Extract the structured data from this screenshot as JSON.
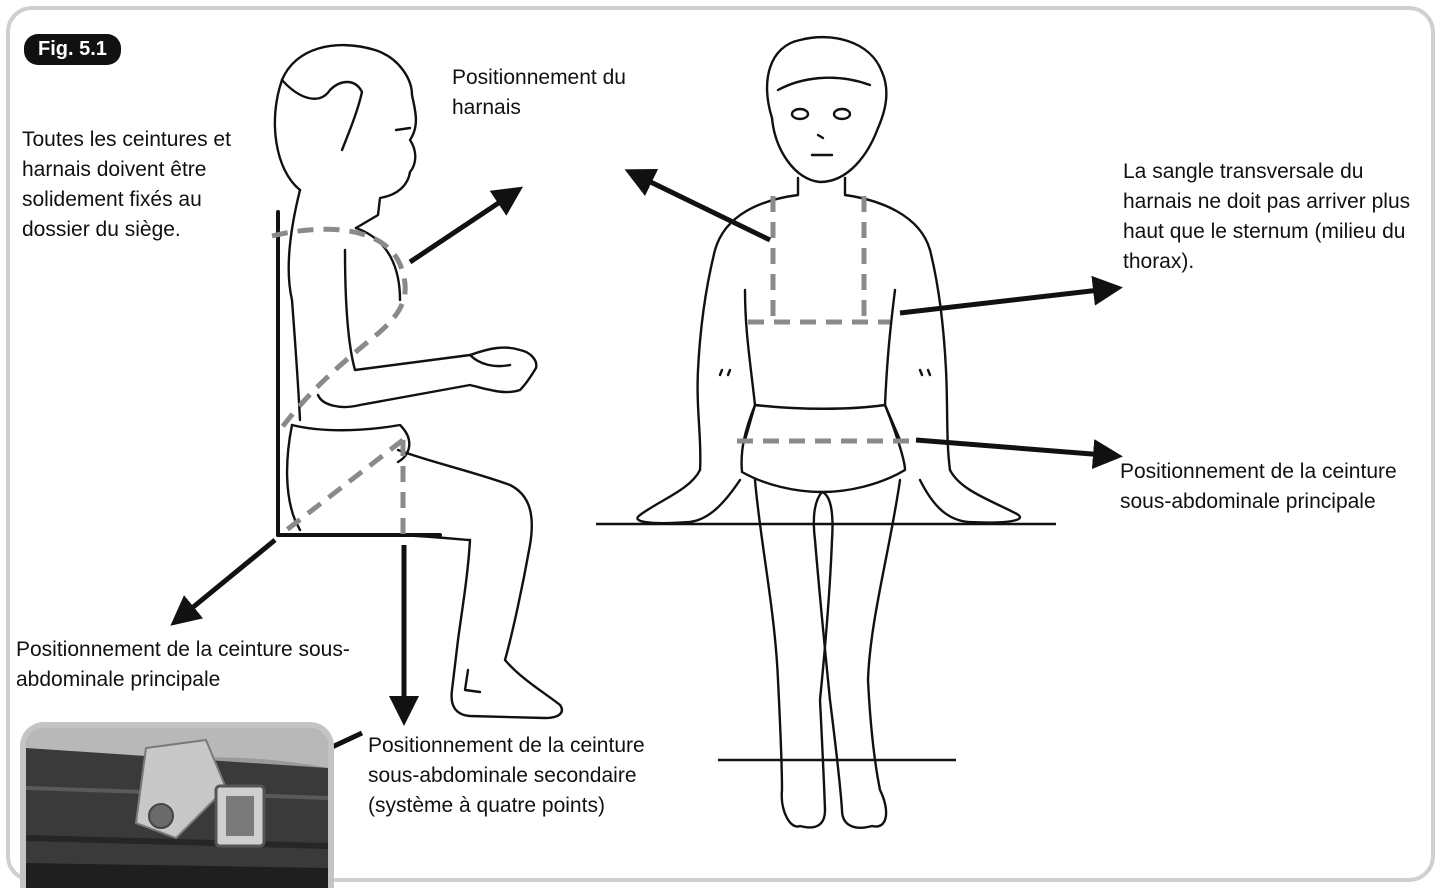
{
  "figure": {
    "badge": "Fig. 5.1",
    "labels": {
      "belts_fixed": "Toutes les ceintures et harnais doivent être solidement fixés au dossier du siège.",
      "harness_position": "Positionnement du harnais",
      "transverse_strap": "La sangle transversale du harnais ne doit pas arriver plus haut que le sternum (milieu du thorax).",
      "main_lap_belt_side": "Positionnement de la ceinture sous-abdominale principale",
      "main_lap_belt_front": "Positionnement de la ceinture sous-abdominale principale",
      "secondary_lap_belt": "Positionnement de la ceinture sous-abdominale secondaire (système à quatre points)"
    }
  }
}
